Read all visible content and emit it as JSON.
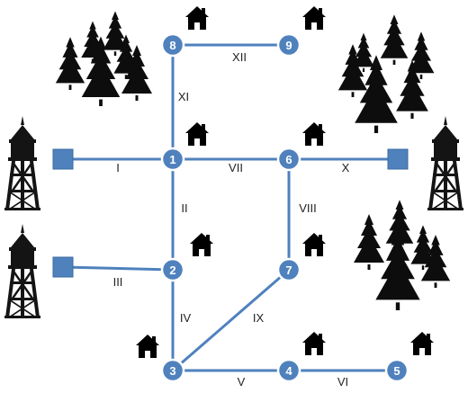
{
  "diagram": {
    "nodes": [
      {
        "id": "n1",
        "label": "1"
      },
      {
        "id": "n2",
        "label": "2"
      },
      {
        "id": "n3",
        "label": "3"
      },
      {
        "id": "n4",
        "label": "4"
      },
      {
        "id": "n5",
        "label": "5"
      },
      {
        "id": "n6",
        "label": "6"
      },
      {
        "id": "n7",
        "label": "7"
      },
      {
        "id": "n8",
        "label": "8"
      },
      {
        "id": "n9",
        "label": "9"
      }
    ],
    "sources": [
      {
        "id": "s1",
        "icon": "water-tower-icon"
      },
      {
        "id": "s2",
        "icon": "water-tower-icon"
      },
      {
        "id": "s3",
        "icon": "water-tower-icon"
      }
    ],
    "edges": [
      {
        "id": "e1",
        "label": "I",
        "from": "s1",
        "to": "n1"
      },
      {
        "id": "e2",
        "label": "II",
        "from": "n1",
        "to": "n2"
      },
      {
        "id": "e3",
        "label": "III",
        "from": "s2",
        "to": "n2"
      },
      {
        "id": "e4",
        "label": "IV",
        "from": "n2",
        "to": "n3"
      },
      {
        "id": "e5",
        "label": "V",
        "from": "n3",
        "to": "n4"
      },
      {
        "id": "e6",
        "label": "VI",
        "from": "n4",
        "to": "n5"
      },
      {
        "id": "e7",
        "label": "VII",
        "from": "n1",
        "to": "n6"
      },
      {
        "id": "e8",
        "label": "VIII",
        "from": "n6",
        "to": "n7"
      },
      {
        "id": "e9",
        "label": "IX",
        "from": "n7",
        "to": "n3"
      },
      {
        "id": "e10",
        "label": "X",
        "from": "n6",
        "to": "s3"
      },
      {
        "id": "e11",
        "label": "XI",
        "from": "n8",
        "to": "n1"
      },
      {
        "id": "e12",
        "label": "XII",
        "from": "n8",
        "to": "n9"
      }
    ],
    "icons": {
      "house": "house-icon",
      "tower": "water-tower-icon",
      "forest": "forest-icon"
    },
    "colors": {
      "pipe": "#4f81bd",
      "node": "#4f81bd",
      "silhouette": "#111111"
    }
  }
}
